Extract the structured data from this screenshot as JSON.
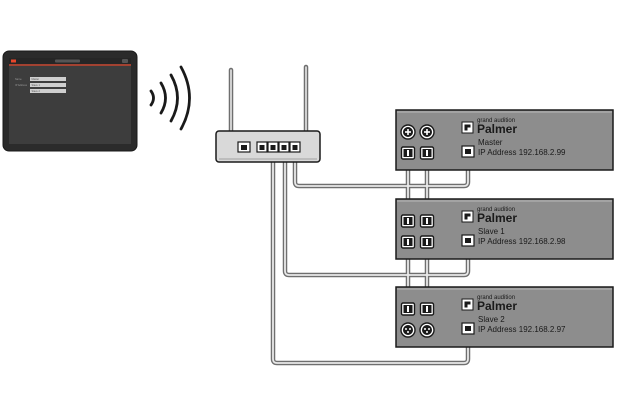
{
  "tablet": {
    "fields": [
      {
        "label": "Name",
        "value": "Master"
      },
      {
        "label": "IP Address",
        "value": "Slave 1"
      },
      {
        "label": "",
        "value": "Slave 2"
      }
    ]
  },
  "units": [
    {
      "role": "Master",
      "ip": "IP Address 192.168.2.99",
      "brand_small": "grand audition",
      "brand_name": "Palmer"
    },
    {
      "role": "Slave 1",
      "ip": "IP Address 192.168.2.98",
      "brand_small": "grand audition",
      "brand_name": "Palmer"
    },
    {
      "role": "Slave 2",
      "ip": "IP Address 192.168.2.97",
      "brand_small": "grand audition",
      "brand_name": "Palmer"
    }
  ],
  "colors": {
    "cable": "#6f6f6f",
    "cable_inner": "#e9e9e9",
    "unit_fill": "#8d8d8d",
    "router_fill": "#d9d9d9",
    "tablet_frame": "#2b2b2b",
    "tablet_accent": "#e8462a"
  },
  "icons": {
    "wifi": "wifi-waves-icon",
    "ethernet": "ethernet-port-icon",
    "xlr": "xlr-connector-icon",
    "logo": "palmer-logo-icon"
  }
}
